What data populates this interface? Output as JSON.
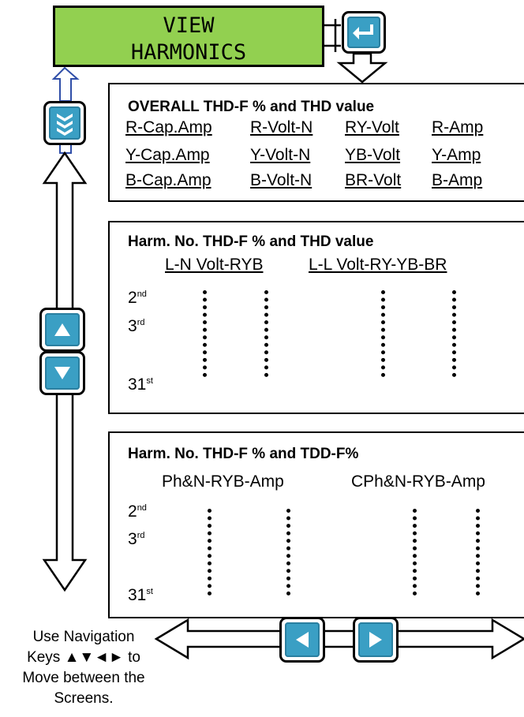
{
  "display": {
    "line1": "VIEW",
    "line2": "HARMONICS"
  },
  "panel1": {
    "title": "OVERALL THD-F % and THD value",
    "rows": [
      [
        "R-Cap.Amp",
        "R-Volt-N",
        "RY-Volt",
        "R-Amp"
      ],
      [
        "Y-Cap.Amp",
        "Y-Volt-N",
        "YB-Volt",
        "Y-Amp"
      ],
      [
        "B-Cap.Amp",
        "B-Volt-N",
        "BR-Volt",
        "B-Amp"
      ]
    ]
  },
  "panel2": {
    "title": "Harm. No. THD-F % and THD value",
    "col1": "L-N Volt-RYB",
    "col2": "L-L Volt-RY-YB-BR",
    "harmonics": [
      {
        "num": "2",
        "suffix": "nd"
      },
      {
        "num": "3",
        "suffix": "rd"
      },
      {
        "num": "31",
        "suffix": "st"
      }
    ]
  },
  "panel3": {
    "title": "Harm. No. THD-F % and TDD-F%",
    "col1": "Ph&N-RYB-Amp",
    "col2": "CPh&N-RYB-Amp",
    "harmonics": [
      {
        "num": "2",
        "suffix": "nd"
      },
      {
        "num": "3",
        "suffix": "rd"
      },
      {
        "num": "31",
        "suffix": "st"
      }
    ]
  },
  "navigation": {
    "line1": "Use Navigation",
    "line2": "Keys ▲▼◄► to",
    "line3": "Move between the",
    "line4": "Screens."
  },
  "colors": {
    "lcd": "#92d050",
    "key": "#3a9fc4"
  },
  "icons": [
    "enter-icon",
    "scroll-down-icon",
    "up-arrow-icon",
    "down-arrow-icon",
    "left-arrow-icon",
    "right-arrow-icon"
  ]
}
